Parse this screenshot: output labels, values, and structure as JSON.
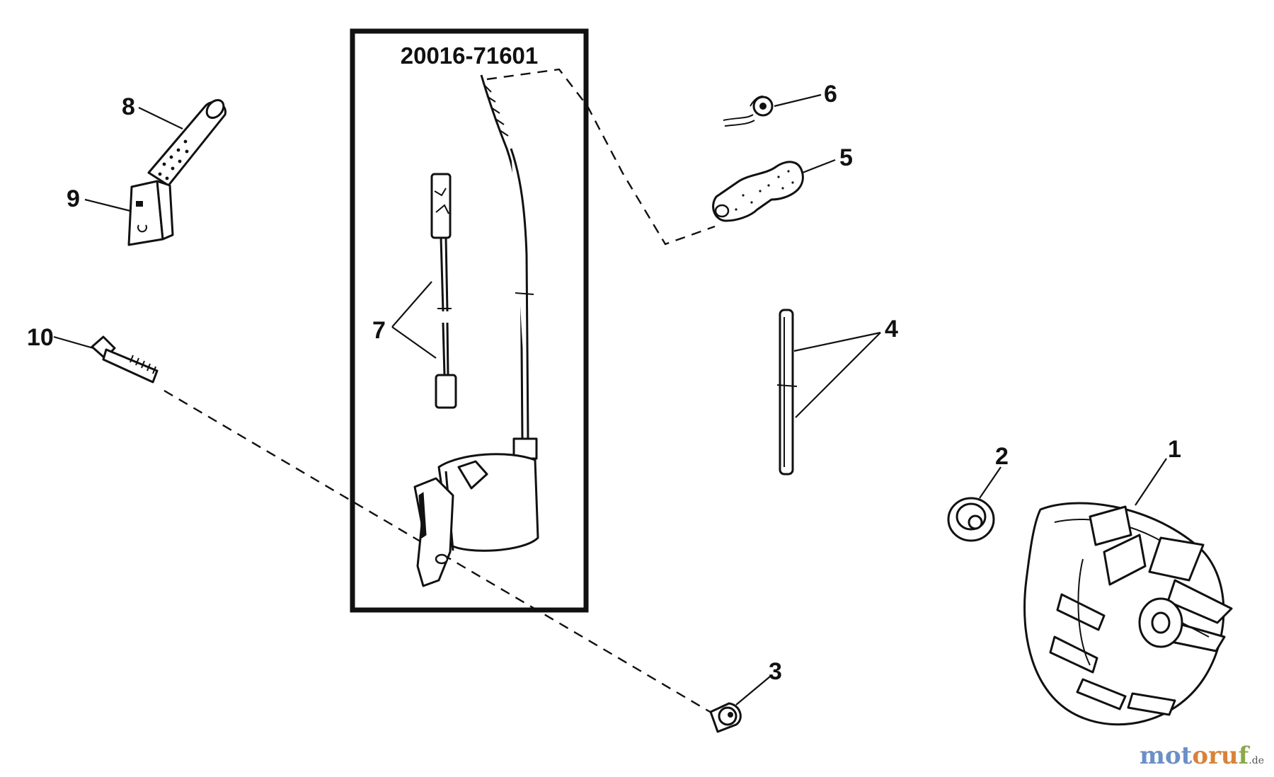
{
  "assembly": {
    "part_number": "20016-71601"
  },
  "callouts": [
    "1",
    "2",
    "3",
    "4",
    "5",
    "6",
    "7",
    "8",
    "9",
    "10"
  ],
  "watermark": {
    "part1": "mot",
    "part2": "oru",
    "part3": "f",
    "tld": ".de"
  },
  "colors": {
    "line": "#111111",
    "background": "#ffffff",
    "watermark_blue": "#6b8fc7",
    "watermark_orange": "#d7833a",
    "watermark_green": "#8aa94a"
  },
  "parts": [
    {
      "callout": "1",
      "icon": "flywheel-icon"
    },
    {
      "callout": "2",
      "icon": "flange-nut-icon"
    },
    {
      "callout": "3",
      "icon": "spacer-icon"
    },
    {
      "callout": "4",
      "icon": "tube-icon"
    },
    {
      "callout": "5",
      "icon": "spark-plug-boot-icon"
    },
    {
      "callout": "6",
      "icon": "spring-terminal-icon"
    },
    {
      "callout": "7",
      "icon": "wire-icon"
    },
    {
      "callout": "8",
      "icon": "grip-sleeve-icon"
    },
    {
      "callout": "9",
      "icon": "stop-switch-icon"
    },
    {
      "callout": "10",
      "icon": "bolt-icon"
    }
  ]
}
